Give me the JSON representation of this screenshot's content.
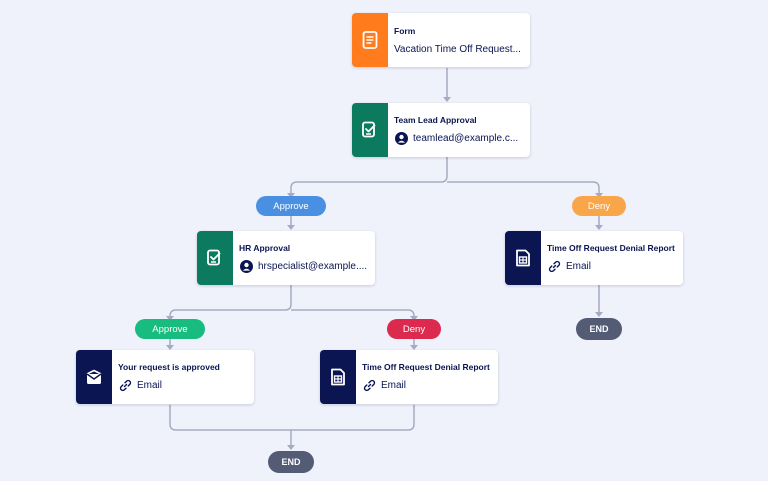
{
  "colors": {
    "canvas": "#f0f2fb",
    "form_badge": "#ff7b1c",
    "approval_badge": "#0b7a5f",
    "email_badge": "#0a1551",
    "approve": "#4a90e2",
    "approve_green": "#18bc7e",
    "deny_orange": "#f9a64a",
    "deny_red": "#dc2a4e",
    "end": "#535b75",
    "connector": "#a5abc1"
  },
  "nodes": {
    "form": {
      "title": "Form",
      "subtitle": "Vacation Time Off Request...",
      "icon": "document-icon"
    },
    "team_lead": {
      "title": "Team Lead Approval",
      "subtitle": "teamlead@example.c...",
      "icon": "approval-check-icon",
      "sub_icon": "user-avatar-icon"
    },
    "hr": {
      "title": "HR Approval",
      "subtitle": "hrspecialist@example....",
      "icon": "approval-check-icon",
      "sub_icon": "user-avatar-icon"
    },
    "denial_top": {
      "title": "Time Off Request Denial Report",
      "subtitle": "Email",
      "icon": "report-sheet-icon",
      "sub_icon": "link-icon"
    },
    "approved_email": {
      "title": "Your request is approved",
      "subtitle": "Email",
      "icon": "inbox-icon",
      "sub_icon": "link-icon"
    },
    "denial_hr": {
      "title": "Time Off Request Denial Report",
      "subtitle": "Email",
      "icon": "report-sheet-icon",
      "sub_icon": "link-icon"
    }
  },
  "pills": {
    "approve_1": "Approve",
    "deny_1": "Deny",
    "approve_2": "Approve",
    "deny_2": "Deny"
  },
  "ends": {
    "end_right": "END",
    "end_bottom": "END"
  }
}
